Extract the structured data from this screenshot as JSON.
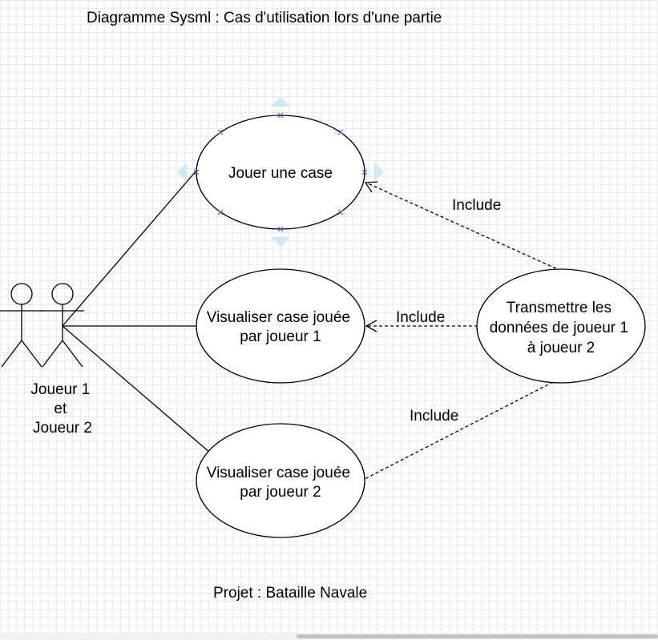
{
  "title": "Diagramme Sysml : Cas d'utilisation lors d'une partie",
  "footer": "Projet : Bataille Navale",
  "actor": {
    "lines": [
      "Joueur 1",
      "et",
      "Joueur 2"
    ]
  },
  "use_cases": {
    "jouer": {
      "lines": [
        "Jouer une case"
      ]
    },
    "visu1": {
      "lines": [
        "Visualiser case jouée",
        "par joueur 1"
      ]
    },
    "visu2": {
      "lines": [
        "Visualiser case jouée",
        "par joueur 2"
      ]
    },
    "transmettre": {
      "lines": [
        "Transmettre les",
        "données de joueur 1",
        "à joueur 2"
      ]
    }
  },
  "relations": {
    "include_jouer": "Include",
    "include_visu1": "Include",
    "include_visu2": "Include"
  }
}
